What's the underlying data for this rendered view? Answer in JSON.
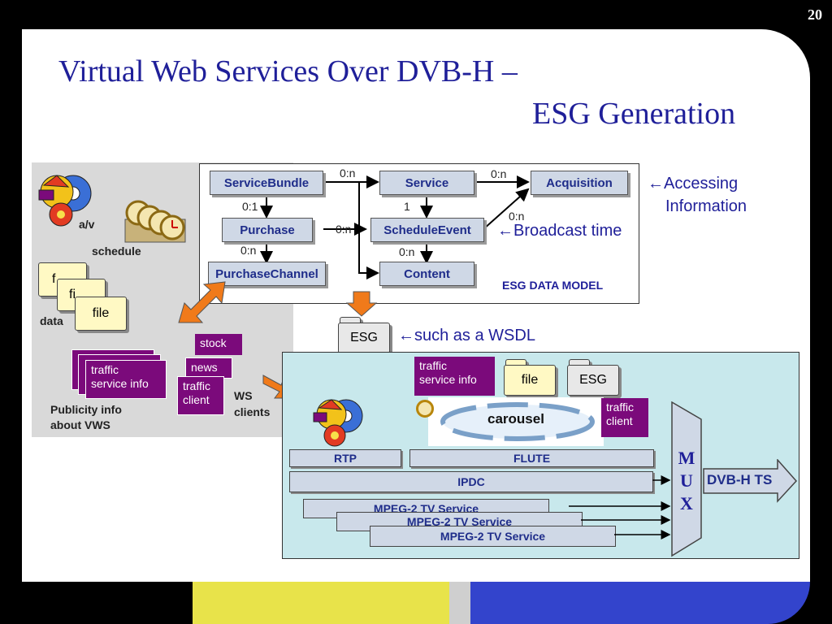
{
  "slide_number": "20",
  "title_line1": "Virtual Web Services Over DVB-H –",
  "title_line2": "ESG Generation",
  "left_panel": {
    "av_label": "a/v",
    "schedule_label": "schedule",
    "file_labels": [
      "f",
      "fi",
      "file"
    ],
    "data_label": "data",
    "publicity_label_1": "Publicity info",
    "publicity_label_2": "about VWS",
    "traffic_info": "traffic\nservice info",
    "stock_label": "stock",
    "news_label": "news",
    "traffic_client": "traffic\nclient",
    "ws_clients_1": "WS",
    "ws_clients_2": "clients"
  },
  "esg_model": {
    "boxes": {
      "service_bundle": "ServiceBundle",
      "service": "Service",
      "acquisition": "Acquisition",
      "purchase": "Purchase",
      "schedule_event": "ScheduleEvent",
      "purchase_channel": "PurchaseChannel",
      "content": "Content"
    },
    "cardinalities": {
      "sb_service": "0:n",
      "service_acq": "0:n",
      "sb_purchase": "0:1",
      "service_se": "1",
      "se_acq": "0:n",
      "purchase_se": "0:n",
      "purchase_pc": "0:n",
      "se_content": "0:n"
    },
    "label": "ESG DATA MODEL"
  },
  "annotations": {
    "accessing_1": "←Accessing",
    "accessing_2": "Information",
    "broadcast": "←Broadcast time",
    "wsdl": "←such as a WSDL"
  },
  "esg_folder": "ESG",
  "bottom_panel": {
    "traffic_info": "traffic\nservice info",
    "file_label": "file",
    "esg_label": "ESG",
    "carousel": "carousel",
    "traffic_client": "traffic\nclient",
    "rtp": "RTP",
    "flute": "FLUTE",
    "ipdc": "IPDC",
    "mpeg": [
      "MPEG-2 TV Service",
      "MPEG-2 TV Service",
      "MPEG-2 TV Service"
    ],
    "mux": [
      "M",
      "U",
      "X"
    ],
    "dvbh": "DVB-H TS"
  },
  "colors": {
    "title": "#1f1f99",
    "panel_blue": "#c8e8ec",
    "purple": "#7b0a7b",
    "orange": "#f07a1a"
  }
}
